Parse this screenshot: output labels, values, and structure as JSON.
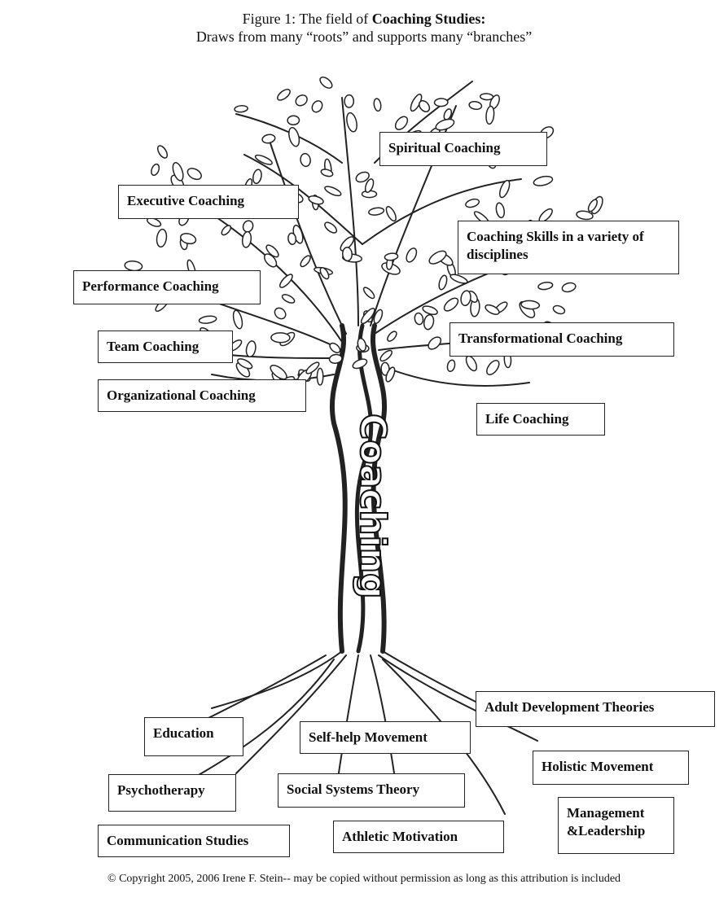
{
  "title": {
    "prefix": "Figure 1: The field of ",
    "bold": "Coaching Studies:",
    "subtitle": "Draws from many “roots” and supports many “branches”"
  },
  "trunk_label": "Coaching",
  "branches": {
    "spiritual": "Spiritual Coaching",
    "executive": "Executive Coaching",
    "skills": "Coaching Skills in a variety of disciplines",
    "performance": "Performance Coaching",
    "transformational": "Transformational Coaching",
    "team": "Team Coaching",
    "organizational": "Organizational Coaching",
    "life": "Life Coaching"
  },
  "roots": {
    "adult_development": "Adult Development Theories",
    "education": "Education",
    "self_help": "Self-help Movement",
    "holistic": "Holistic Movement",
    "psychotherapy": "Psychotherapy",
    "social_systems": "Social Systems Theory",
    "management": "Management &Leadership",
    "communication": "Communication Studies",
    "athletic": "Athletic Motivation"
  },
  "copyright": "© Copyright 2005, 2006 Irene F. Stein-- may be copied without permission as long as this attribution is included"
}
